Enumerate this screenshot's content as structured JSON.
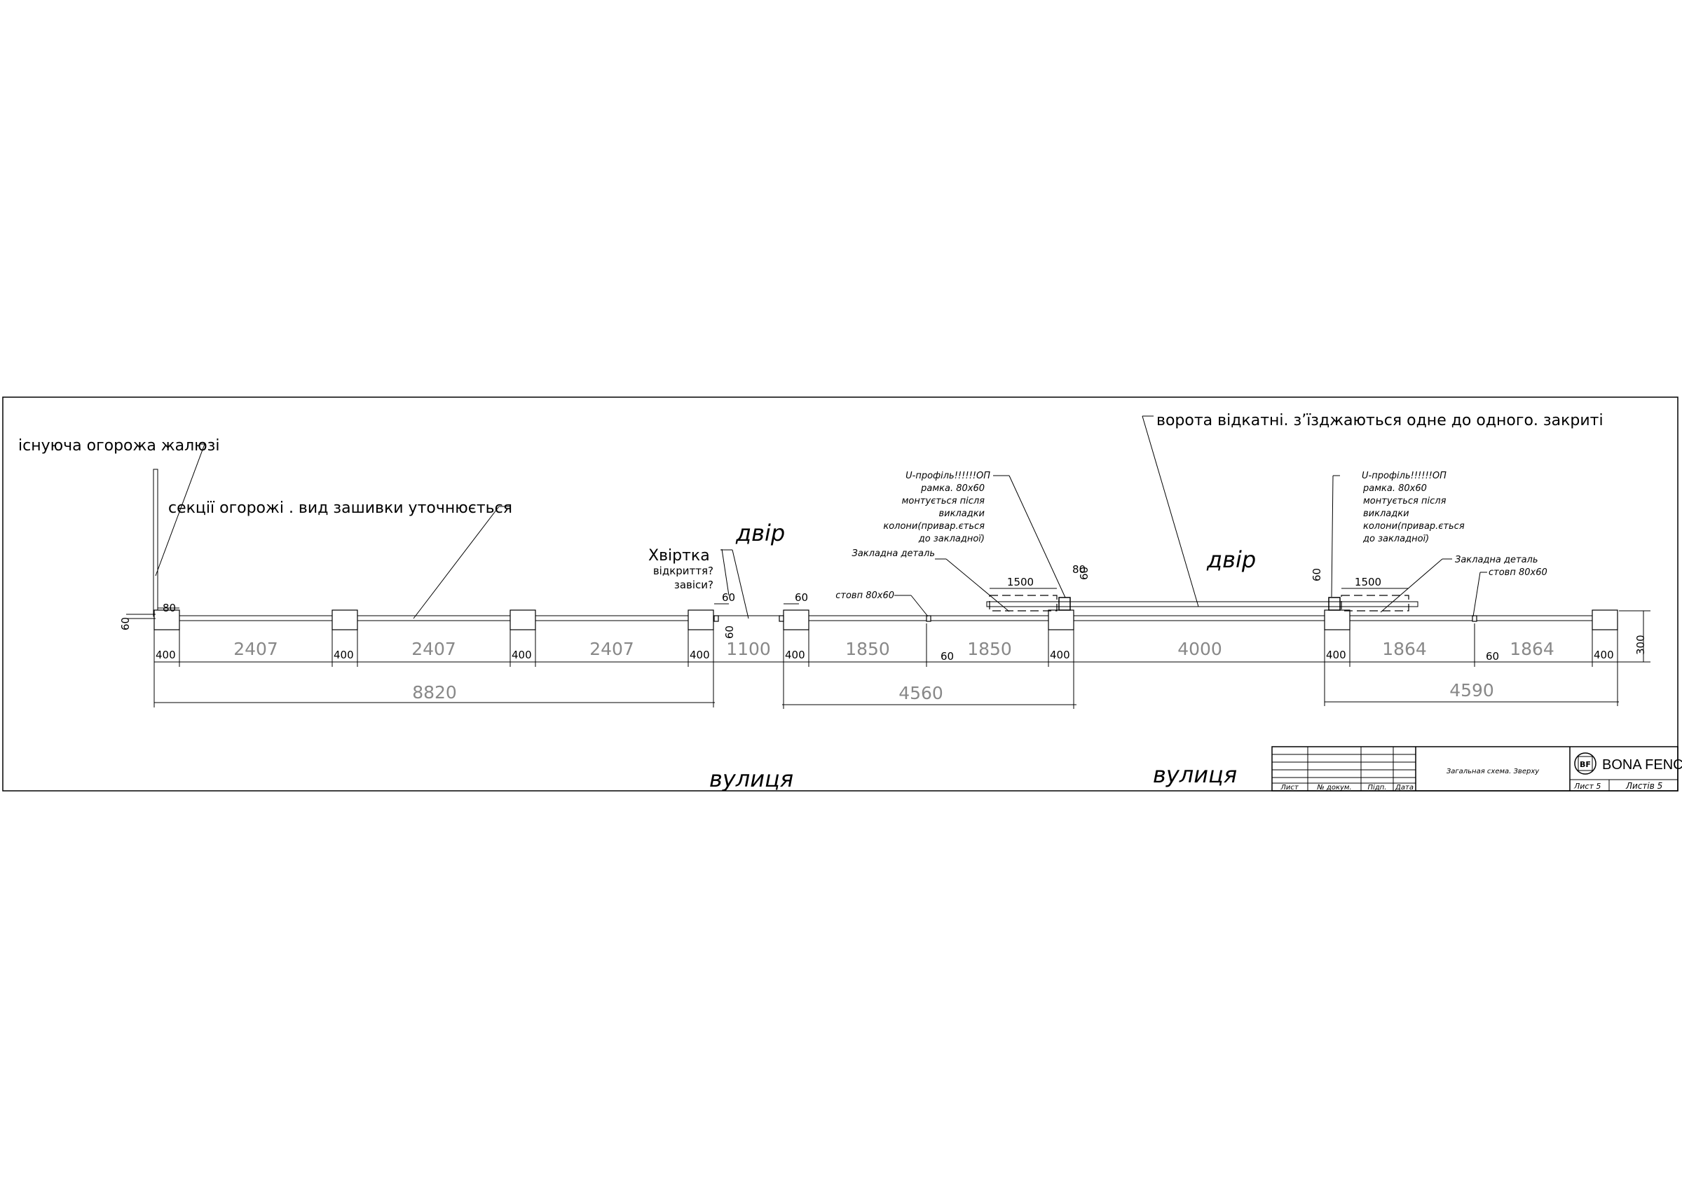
{
  "notes": {
    "existing_fence": "існуюча огорожа жалюзі",
    "fence_sections": "секції огорожі . вид зашивки уточнюється",
    "gates": "ворота відкатні. з’їзджаються одне до одного. закриті",
    "wicket_title": "Хвіртка",
    "wicket_line1": "відкриття?",
    "wicket_line2": "завіси?",
    "yard_left": "двір",
    "yard_right": "двір",
    "street_left": "вулиця",
    "street_right": "вулиця",
    "u_profile_left": [
      "U-профіль!!!!!!ОП",
      "рамка. 80х60",
      "монтується після",
      "викладки",
      "колони(привар.ється",
      "до закладної)"
    ],
    "u_profile_right": [
      "U-профіль!!!!!!ОП",
      "рамка. 80х60",
      "монтується після",
      "викладки",
      "колони(привар.ється",
      "до закладної)"
    ],
    "embed_left": "Закладна деталь",
    "embed_right": "Закладна  деталь",
    "post_left": "стовп 80х60",
    "post_right": "стовп 80х60"
  },
  "dimensions": {
    "d60_left": "60",
    "d80_left": "80",
    "d400_1": "400",
    "d2407_1": "2407",
    "d400_2": "400",
    "d2407_2": "2407",
    "d400_3": "400",
    "d2407_3": "2407",
    "d400_4": "400",
    "d1100": "1100",
    "d60_wicket_a": "60",
    "d60_wicket_b": "60",
    "d60_wicket_c": "60",
    "d400_5": "400",
    "d1850_1": "1850",
    "d60_mid": "60",
    "d1850_2": "1850",
    "d400_6": "400",
    "d4000": "4000",
    "d400_7": "400",
    "d1864_1": "1864",
    "d60_right": "60",
    "d1864_2": "1864",
    "d400_8": "400",
    "d1500_left": "1500",
    "d80_gate": "80",
    "d60_gate": "60",
    "d1500_right": "1500",
    "d60_gate_r": "60",
    "d300": "300",
    "total_8820": "8820",
    "total_4560": "4560",
    "total_4590": "4590"
  },
  "title_block": {
    "col_sheet": "Лист",
    "col_doc": "№ докум.",
    "col_sign": "Підп.",
    "col_date": "Дата",
    "description": "Загальная схема. Зверху",
    "sheet": "Лист 5",
    "sheets": "Листів 5",
    "brand": "BONA FENCE",
    "logo_letters": "BF"
  }
}
